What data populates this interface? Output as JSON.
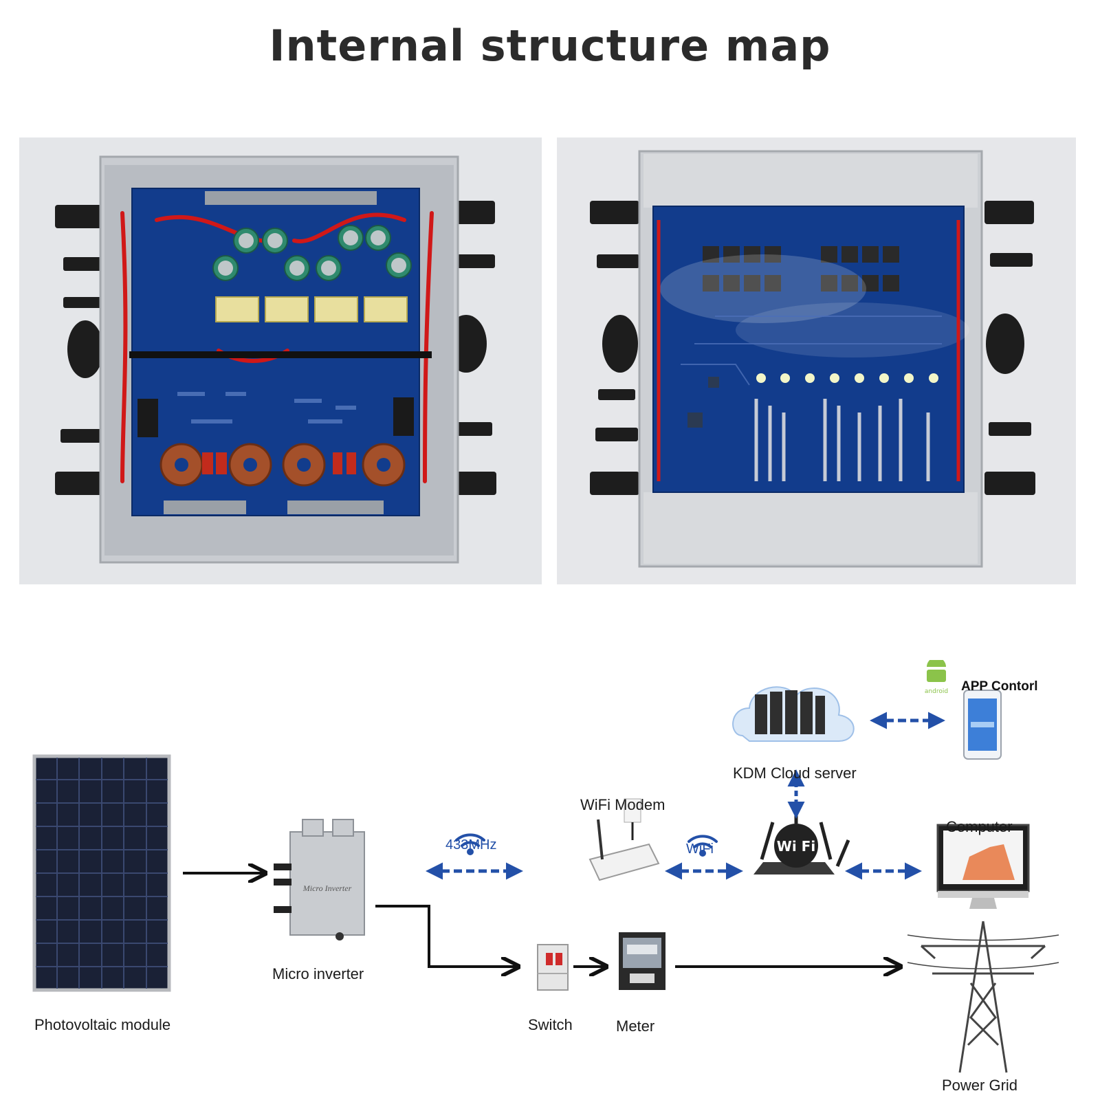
{
  "title": "Internal structure map",
  "diagram": {
    "labels": {
      "pv_module": "Photovoltaic module",
      "micro_inverter": "Micro inverter",
      "rf_433": "433MHz",
      "wifi_modem": "WiFi Modem",
      "wifi": "WiFi",
      "cloud_server": "KDM Cloud server",
      "app_control": "APP Contorl",
      "computer": "Computer",
      "switch": "Switch",
      "meter": "Meter",
      "power_grid": "Power Grid"
    },
    "inverter_case_text": "Micro Inverter",
    "router_text": "Wi Fi",
    "android_text": "android"
  },
  "colors": {
    "pcb_blue": "#123c8c",
    "wire_red": "#d01818",
    "link_blue": "#2350a8",
    "arrow_black": "#111111"
  }
}
